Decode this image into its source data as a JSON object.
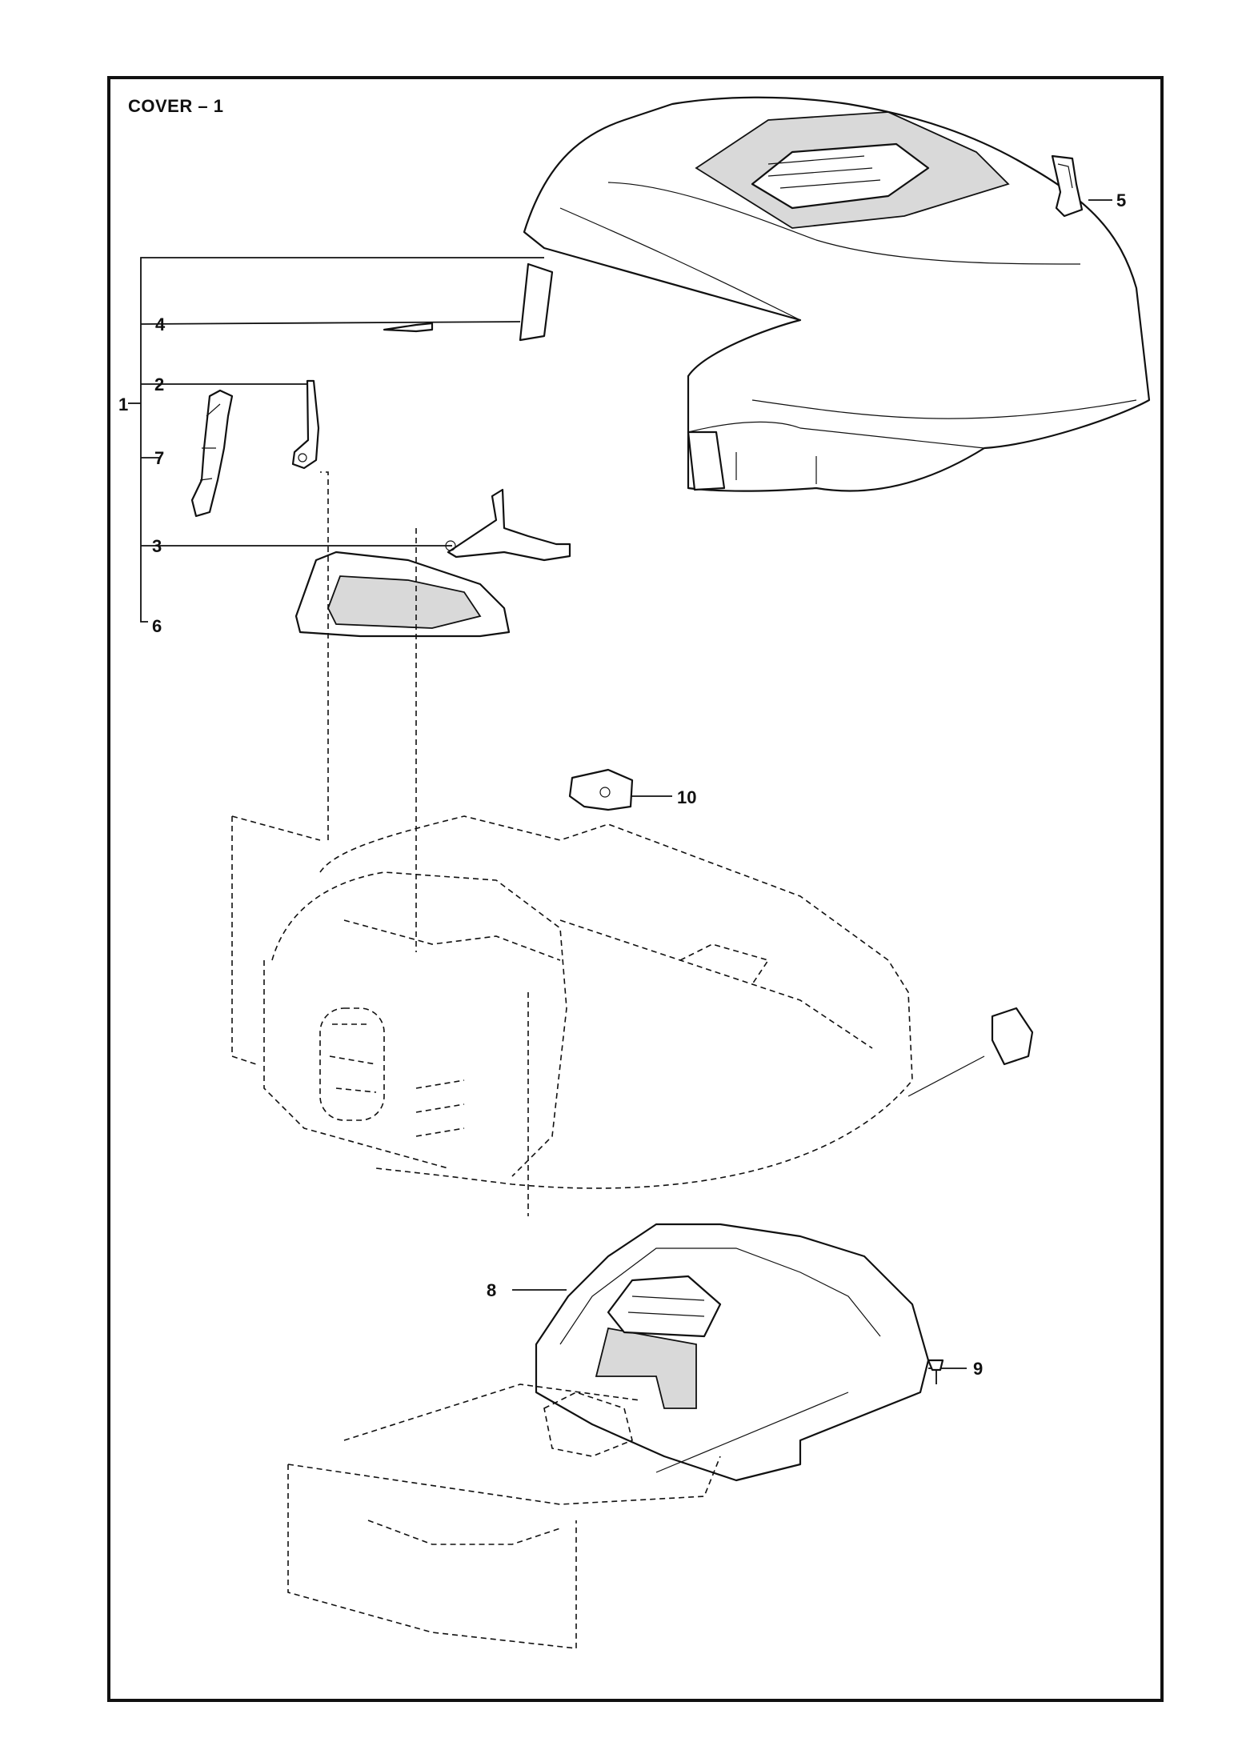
{
  "title": "COVER – 1",
  "callouts": [
    {
      "id": "1",
      "label": "1"
    },
    {
      "id": "2",
      "label": "2"
    },
    {
      "id": "3",
      "label": "3"
    },
    {
      "id": "4",
      "label": "4"
    },
    {
      "id": "5",
      "label": "5"
    },
    {
      "id": "6",
      "label": "6"
    },
    {
      "id": "7",
      "label": "7"
    },
    {
      "id": "8",
      "label": "8"
    },
    {
      "id": "9",
      "label": "9"
    },
    {
      "id": "10",
      "label": "10"
    }
  ]
}
